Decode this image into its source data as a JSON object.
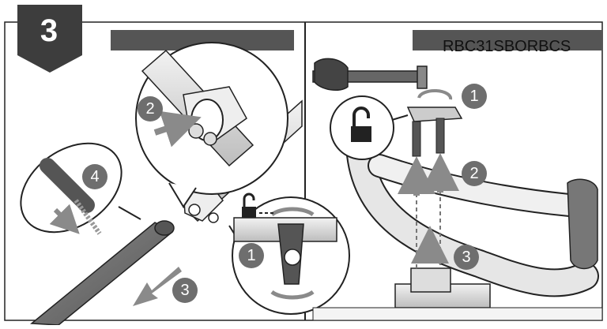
{
  "step_number": "3",
  "model_code": "RBC31SBORBCS",
  "callouts": {
    "left_1": "1",
    "left_2": "2",
    "left_3": "3",
    "left_4": "4",
    "right_1": "1",
    "right_2": "2",
    "right_3": "3"
  },
  "colors": {
    "badge": "#3d3d3d",
    "header_bar": "#555555",
    "callout_circle": "#6e6e6e",
    "arrow_gray": "#8a8a8a",
    "outline": "#222222"
  },
  "icons": [
    "unlock-icon",
    "unlock-icon"
  ]
}
